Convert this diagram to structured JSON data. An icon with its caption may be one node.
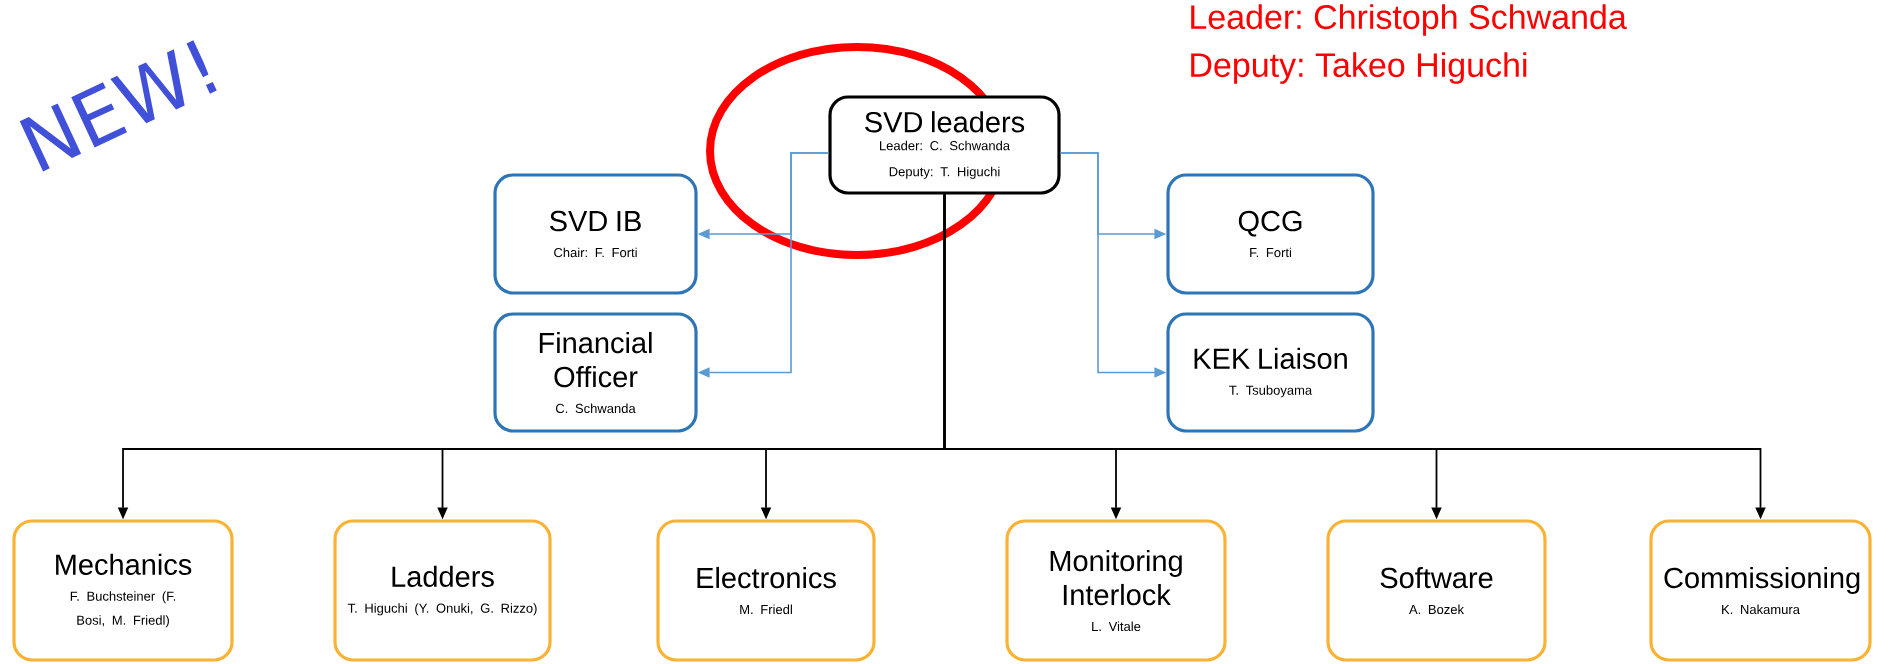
{
  "diagram": {
    "nodes": [
      {
        "text": [
          "SVD leaders",
          "Leader: C. Schwanda",
          "Deputy: T. Higuchi"
        ]
      },
      {
        "text": [
          "SVD IB",
          "Chair: F. Forti"
        ]
      },
      {
        "text": [
          "Financial Officer",
          "C. Schwanda"
        ]
      },
      {
        "text": [
          "QCG",
          "F. Forti"
        ]
      },
      {
        "text": [
          "KEK Liaison",
          "T. Tsuboyama"
        ]
      },
      {
        "text": [
          "Mechanics",
          "F. Buchsteiner (F. Bosi, M. Friedl)"
        ]
      },
      {
        "text": [
          "Ladders",
          "T. Higuchi (Y. Onuki, G. Rizzo)"
        ]
      },
      {
        "text": [
          "Electronics",
          "M. Friedl"
        ]
      },
      {
        "text": [
          "Monitoring Interlock",
          "L. Vitale"
        ]
      },
      {
        "text": [
          "Software",
          "A. Bozek"
        ]
      },
      {
        "text": [
          "Commissioning",
          "K. Nakamura"
        ]
      }
    ],
    "edges": [
      {
        "from": 0,
        "to": 1,
        "arrow": "to",
        "color": "#5b9bd5"
      },
      {
        "from": 0,
        "to": 2,
        "arrow": "to",
        "color": "#5b9bd5"
      },
      {
        "from": 0,
        "to": 3,
        "arrow": "to",
        "color": "#5b9bd5"
      },
      {
        "from": 0,
        "to": 4,
        "arrow": "to",
        "color": "#5b9bd5"
      },
      {
        "from": 0,
        "to": 5,
        "arrow": "to"
      },
      {
        "from": 0,
        "to": 6,
        "arrow": "to"
      },
      {
        "from": 0,
        "to": 7,
        "arrow": "to"
      },
      {
        "from": 0,
        "to": 8,
        "arrow": "to"
      },
      {
        "from": 0,
        "to": 9,
        "arrow": "to"
      },
      {
        "from": 0,
        "to": 10,
        "arrow": "to"
      }
    ],
    "labels": [
      "NEW!",
      "Leader: Christoph Schwanda",
      "Deputy: Takeo Higuchi"
    ]
  }
}
